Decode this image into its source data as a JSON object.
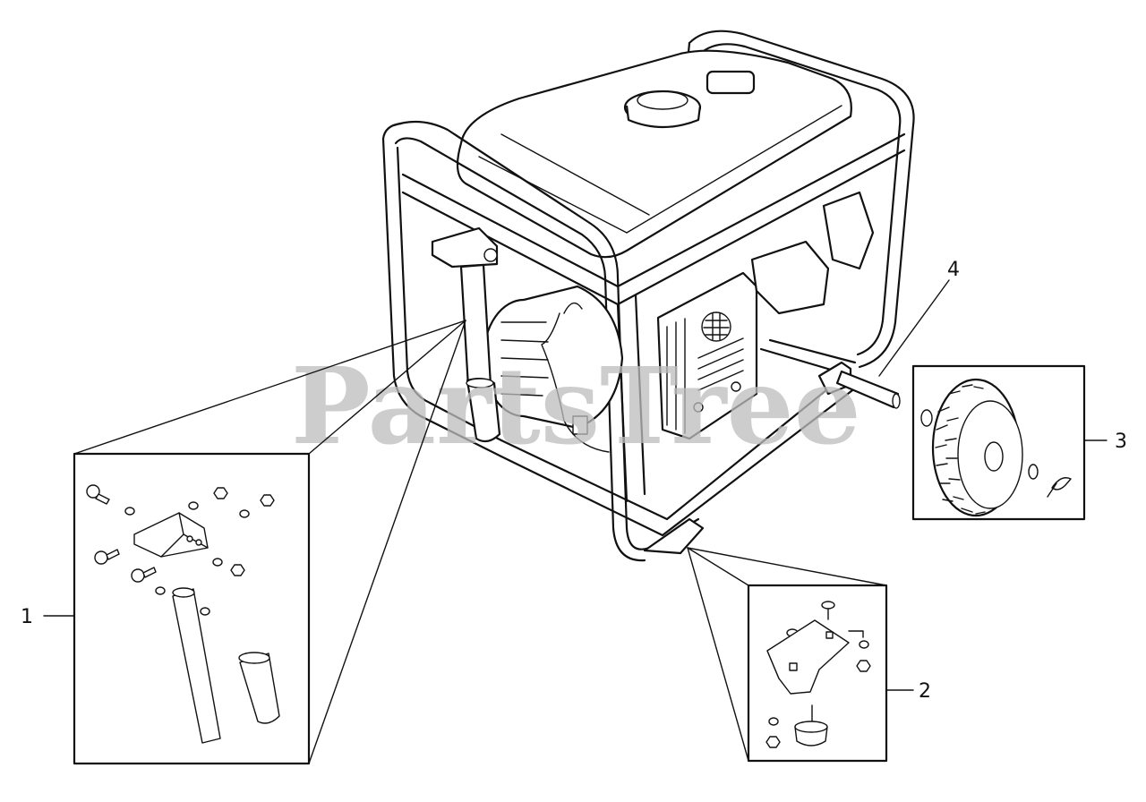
{
  "watermark": "PartsTree",
  "callouts": {
    "handle_kit": "1",
    "foot_kit": "2",
    "wheel_kit": "3",
    "axle": "4"
  }
}
